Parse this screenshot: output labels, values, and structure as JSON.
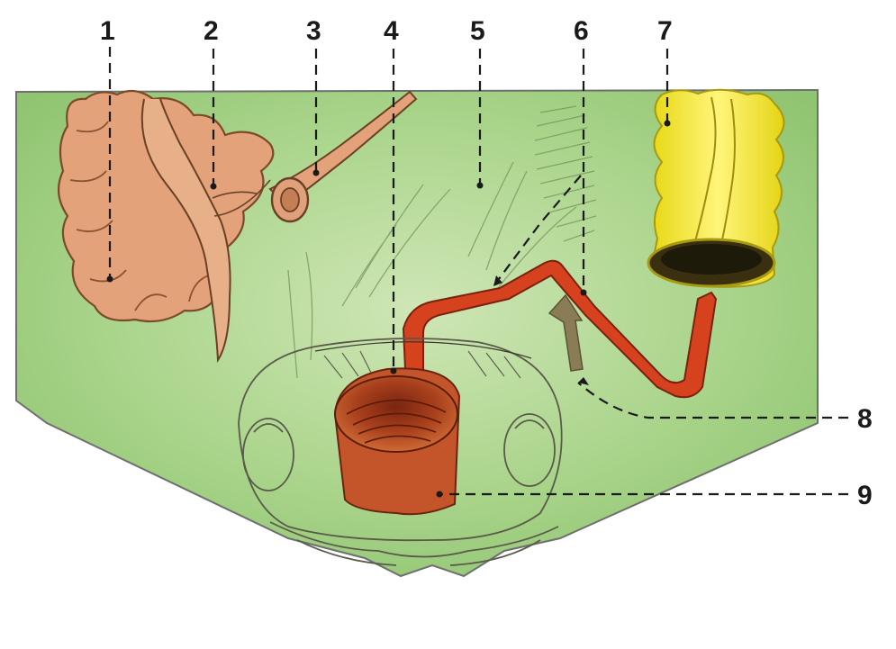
{
  "labels": {
    "n1": "1",
    "n2": "2",
    "n3": "3",
    "n4": "4",
    "n5": "5",
    "n6": "6",
    "n7": "7",
    "n8": "8",
    "n9": "9"
  },
  "colors": {
    "background": "#ffffff",
    "tissue_green": "#9ccc7c",
    "intestine_tan": "#e3a27a",
    "stomach_yellow": "#f2e52a",
    "duct_red": "#d7421e",
    "cup_brown": "#b5441f",
    "arrow_olive": "#8a7d55",
    "outline": "#4a3a2a"
  },
  "icons": {
    "arrow": "up-arrow-icon"
  }
}
